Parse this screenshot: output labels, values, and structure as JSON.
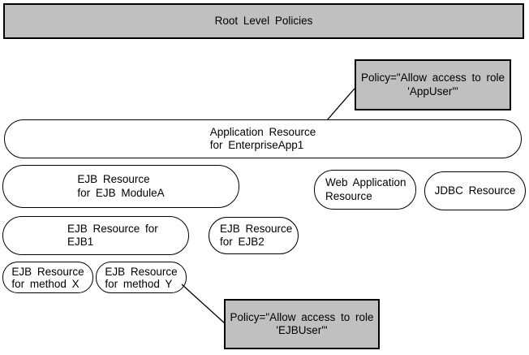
{
  "diagram": {
    "colors": {
      "gray_box_fill": "#c0c0c0",
      "node_fill": "#ffffff",
      "border": "#000000",
      "background": "#ffffff"
    },
    "nodes": {
      "root": {
        "label": "Root Level Policies"
      },
      "policy_appuser": {
        "line1": "Policy=\"Allow access to role",
        "line2": "'AppUser'\""
      },
      "app_resource": {
        "line1": "Application Resource",
        "line2": "for EnterpriseApp1"
      },
      "ejb_modulea": {
        "line1": "EJB Resource",
        "line2": "for EJB ModuleA"
      },
      "web_app": {
        "line1": "Web Application",
        "line2": "Resource"
      },
      "jdbc": {
        "line1": "JDBC Resource"
      },
      "ejb1": {
        "line1": "EJB Resource for",
        "line2": "EJB1"
      },
      "ejb2": {
        "line1": "EJB Resource",
        "line2": "for EJB2"
      },
      "method_x": {
        "line1": "EJB Resource",
        "line2": "for method X"
      },
      "method_y": {
        "line1": "EJB Resource",
        "line2": "for method Y"
      },
      "policy_ejbuser": {
        "line1": "Policy=\"Allow access to role",
        "line2": "'EJBUser'\""
      }
    },
    "connectors": [
      {
        "from": "policy_appuser",
        "to": "app_resource"
      },
      {
        "from": "method_y",
        "to": "policy_ejbuser"
      }
    ]
  }
}
